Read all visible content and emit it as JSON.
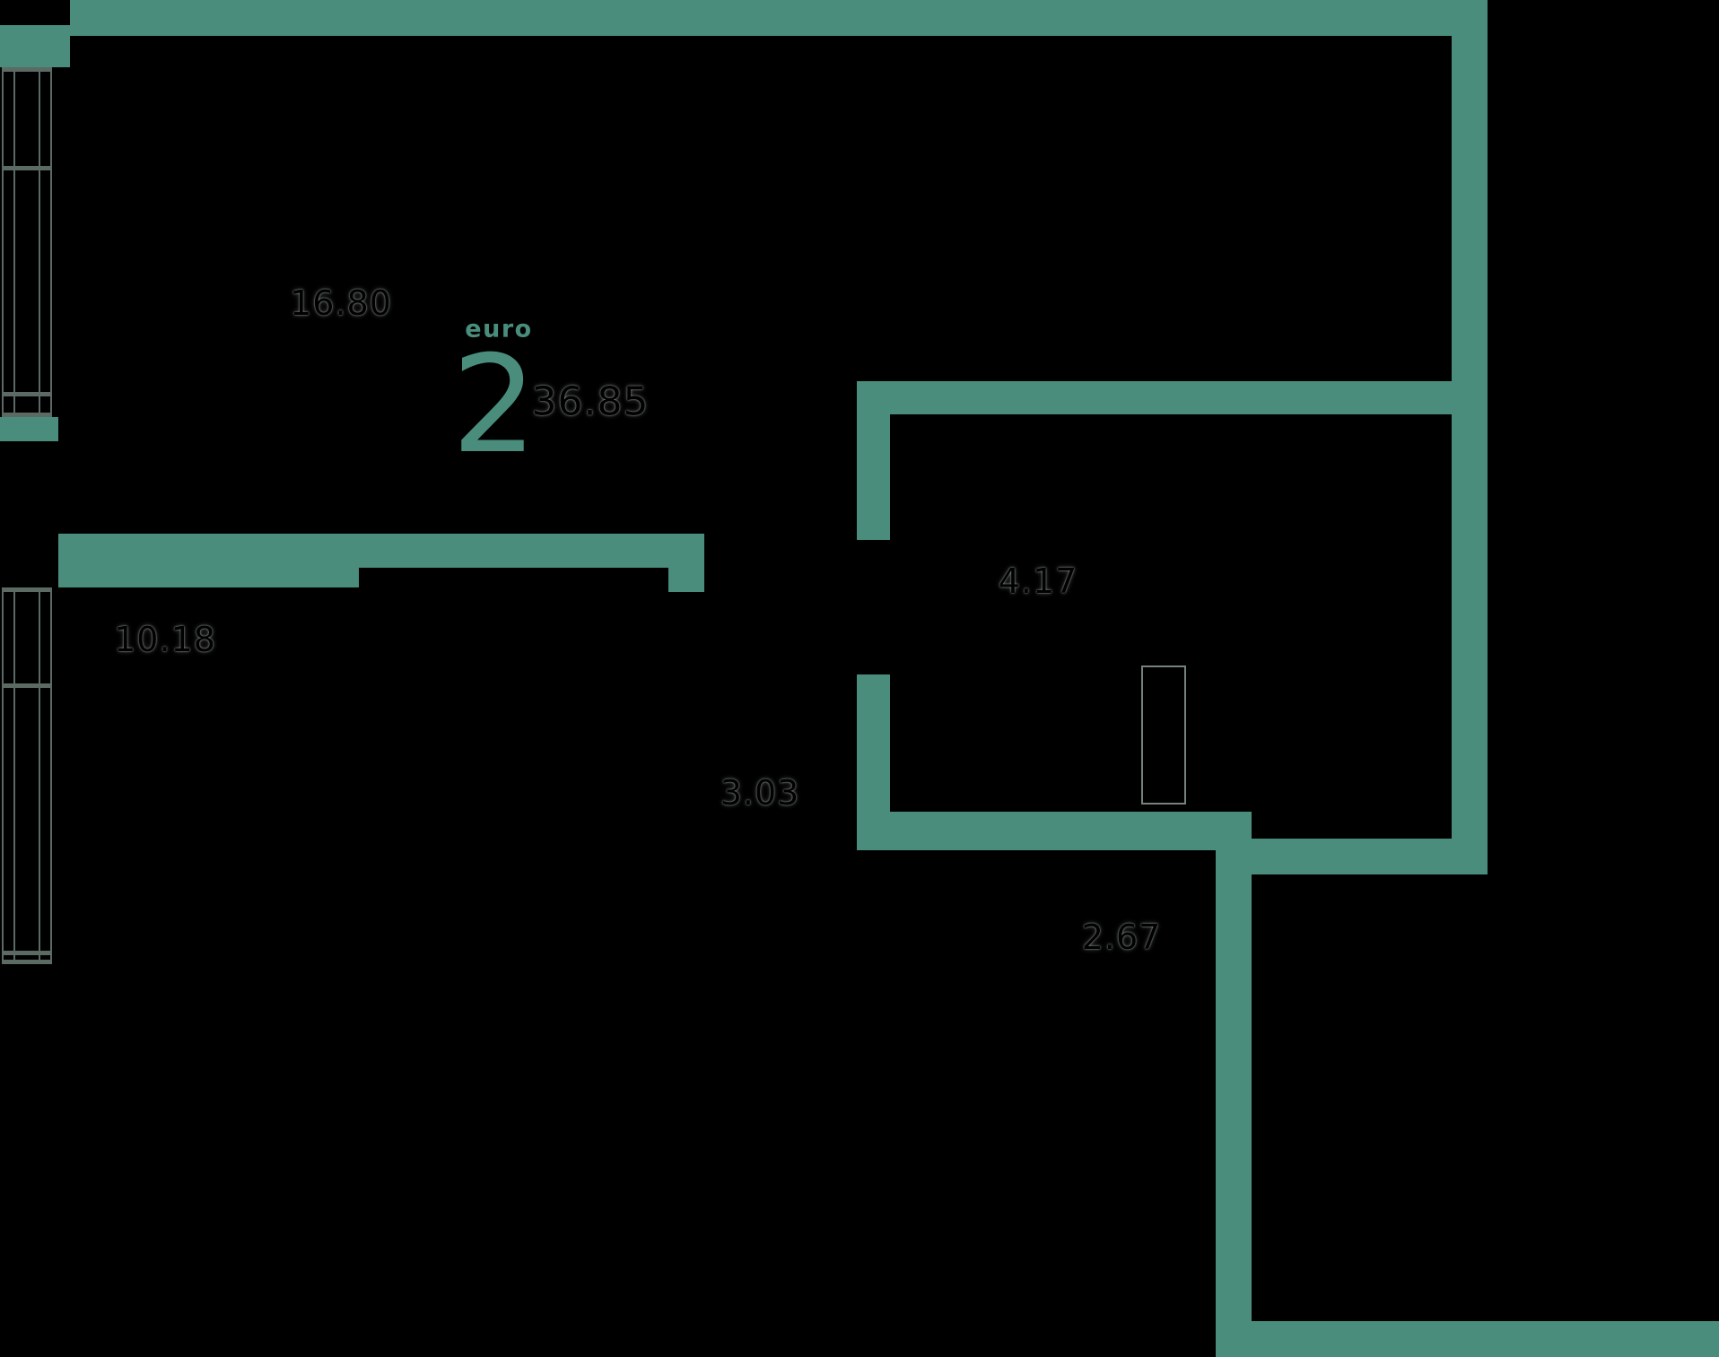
{
  "colors": {
    "wall": "#4A8D7C",
    "background": "#000000",
    "accent_text": "#4A8D7C",
    "label_text": "#000000"
  },
  "plan": {
    "type_label": "euro",
    "rooms_count": "2",
    "total_area": "36.85",
    "rooms": [
      {
        "area": "16.80"
      },
      {
        "area": "10.18"
      },
      {
        "area": "4.17"
      },
      {
        "area": "3.03"
      },
      {
        "area": "2.67"
      }
    ]
  }
}
